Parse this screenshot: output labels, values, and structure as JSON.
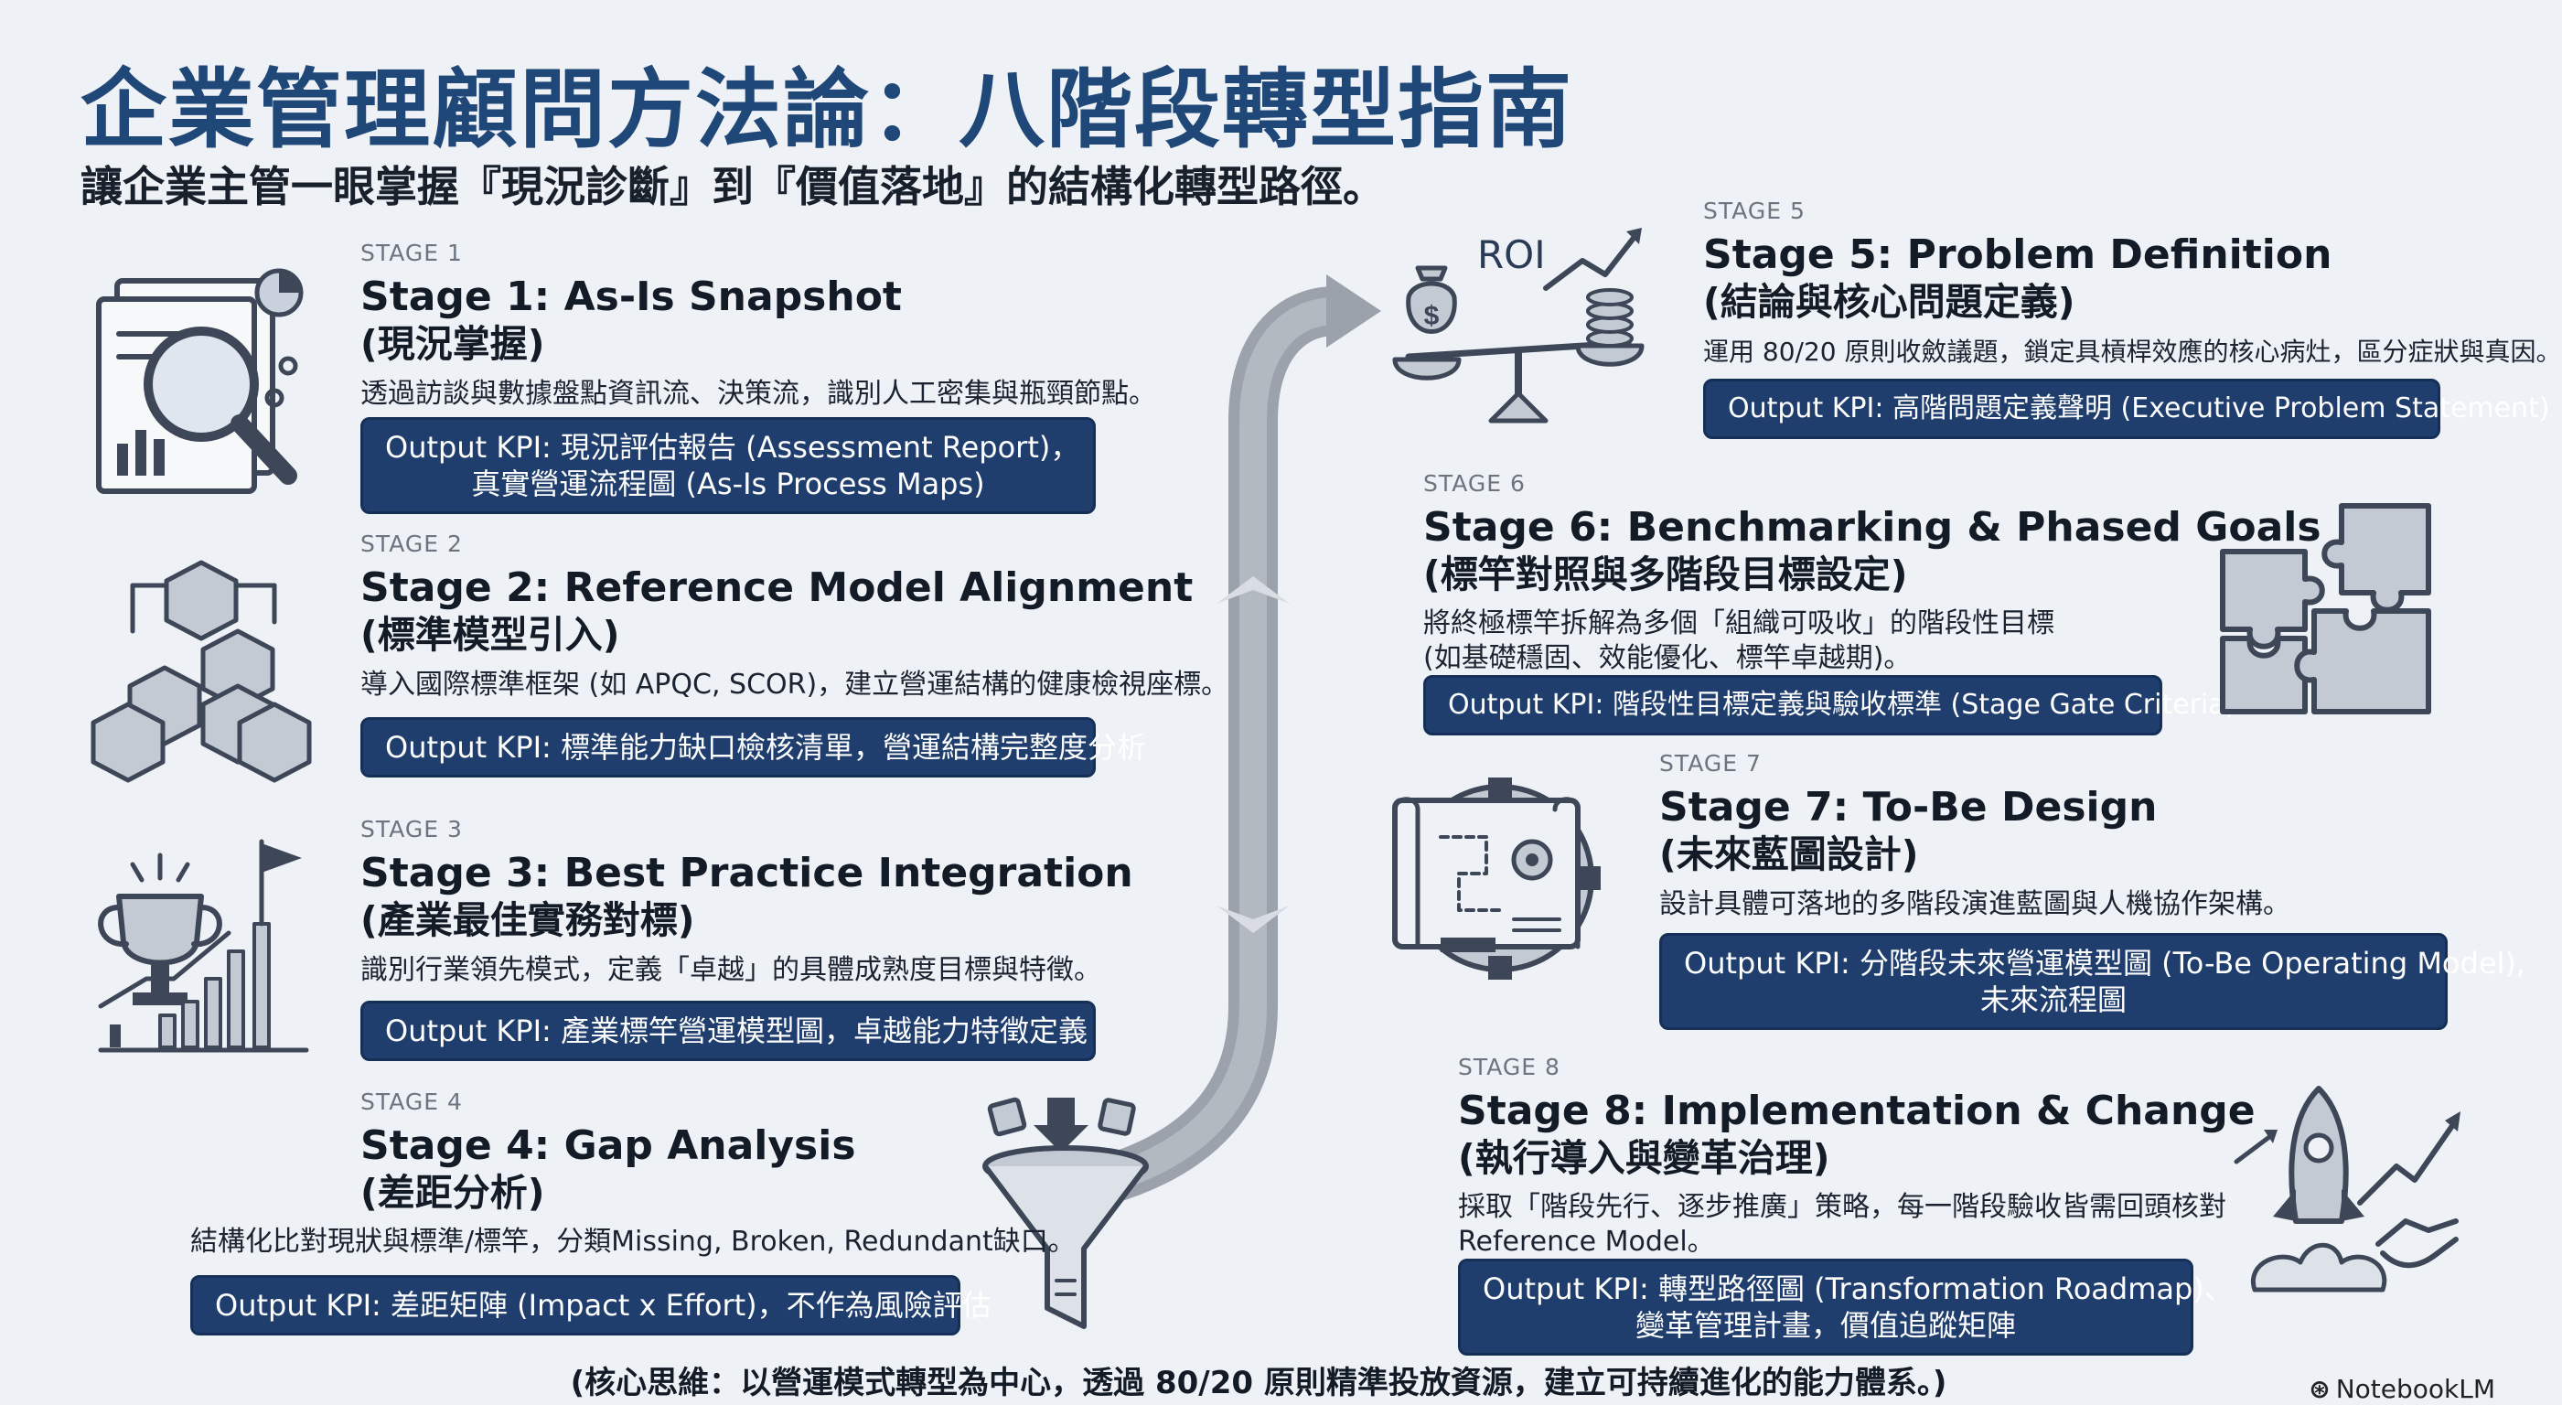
{
  "header": {
    "title": "企業管理顧問方法論：八階段轉型指南",
    "subtitle": "讓企業主管一眼掌握『現況診斷』到『價值落地』的結構化轉型路徑。"
  },
  "stages": [
    {
      "label": "STAGE 1",
      "title_en": "Stage 1: As-Is Snapshot",
      "title_zh": "(現況掌握)",
      "desc": [
        "透過訪談與數據盤點資訊流、決策流，識別人工密集與瓶頸節點。"
      ],
      "kpi": [
        "Output KPI: 現況評估報告 (Assessment Report)，",
        "真實營運流程圖 (As-Is Process Maps)"
      ],
      "icon": "magnifier-report-icon"
    },
    {
      "label": "STAGE 2",
      "title_en": "Stage 2: Reference Model Alignment",
      "title_zh": "(標準模型引入)",
      "desc": [
        "導入國際標準框架 (如 APQC, SCOR)，建立營運結構的健康檢視座標。"
      ],
      "kpi": [
        "Output KPI: 標準能力缺口檢核清單，營運結構完整度分析"
      ],
      "icon": "cube-stack-icon"
    },
    {
      "label": "STAGE 3",
      "title_en": "Stage 3: Best Practice Integration",
      "title_zh": "(產業最佳實務對標)",
      "desc": [
        "識別行業領先模式，定義「卓越」的具體成熟度目標與特徵。"
      ],
      "kpi": [
        "Output KPI: 產業標竿營運模型圖，卓越能力特徵定義"
      ],
      "icon": "trophy-growth-icon"
    },
    {
      "label": "STAGE 4",
      "title_en": "Stage 4: Gap Analysis",
      "title_zh": "(差距分析)",
      "desc": [
        "結構化比對現狀與標準/標竿，分類Missing, Broken, Redundant缺口。"
      ],
      "kpi": [
        "Output KPI: 差距矩陣 (Impact x Effort)，不作為風險評估"
      ],
      "icon": "funnel-icon"
    },
    {
      "label": "STAGE 5",
      "title_en": "Stage 5: Problem Definition",
      "title_zh": "(結論與核心問題定義)",
      "desc": [
        "運用 80/20 原則收斂議題，鎖定具槓桿效應的核心病灶，區分症狀與真因。"
      ],
      "kpi": [
        "Output KPI: 高階問題定義聲明 (Executive Problem Statement)"
      ],
      "icon": "roi-scale-icon",
      "icon_text": "ROI"
    },
    {
      "label": "STAGE 6",
      "title_en": "Stage 6: Benchmarking & Phased Goals",
      "title_zh": "(標竿對照與多階段目標設定)",
      "desc": [
        "將終極標竿拆解為多個「組織可吸收」的階段性目標",
        "(如基礎穩固、效能優化、標竿卓越期)。"
      ],
      "kpi": [
        "Output KPI: 階段性目標定義與驗收標準 (Stage Gate Criteria)"
      ],
      "icon": "puzzle-icon"
    },
    {
      "label": "STAGE 7",
      "title_en": "Stage 7: To-Be Design",
      "title_zh": "(未來藍圖設計)",
      "desc": [
        "設計具體可落地的多階段演進藍圖與人機協作架構。"
      ],
      "kpi": [
        "Output KPI: 分階段未來營運模型圖 (To-Be Operating Model),",
        "未來流程圖"
      ],
      "icon": "blueprint-gear-icon"
    },
    {
      "label": "STAGE 8",
      "title_en": "Stage 8: Implementation & Change",
      "title_zh": "(執行導入與變革治理)",
      "desc": [
        "採取「階段先行、逐步推廣」策略，每一階段驗收皆需回頭核對",
        "Reference Model。"
      ],
      "kpi": [
        "Output KPI: 轉型路徑圖 (Transformation Roadmap)、",
        "變革管理計畫，價值追蹤矩陣"
      ],
      "icon": "rocket-handshake-icon"
    }
  ],
  "footer": "(核心思維：以營運模式轉型為中心，透過 80/20 原則精準投放資源，建立可持續進化的能力體系。)",
  "brand": {
    "mark": "⊛",
    "name": "NotebookLM"
  },
  "colors": {
    "title": "#1f4778",
    "kpi_bg": "#1f3e6e",
    "background": "#eef1f6",
    "connector": "#9aa1ab"
  }
}
